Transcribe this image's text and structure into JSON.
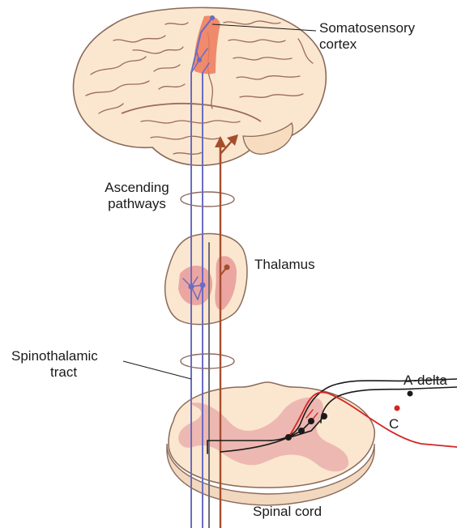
{
  "labels": {
    "somatosensory_cortex": [
      "Somatosensory",
      "cortex"
    ],
    "ascending_pathways": [
      "Ascending",
      "pathways"
    ],
    "thalamus": "Thalamus",
    "spinothalamic_tract": [
      "Spinothalamic",
      "tract"
    ],
    "a_delta": "A-delta",
    "c_fiber": "C",
    "spinal_cord": "Spinal cord"
  },
  "colors": {
    "tissue": "#fbe7cf",
    "tissue_outline": "#8a6a5a",
    "brain_groove": "#9b6b5e",
    "cortex_highlight": "#ec7a5a",
    "nucleus": "#e79a9a",
    "blue_pathway": "#6b6bc2",
    "brown_pathway": "#a54e2c",
    "gray_pathway": "#6e6e78",
    "red_fiber": "#d42424",
    "black_fiber": "#1a1a1a"
  }
}
